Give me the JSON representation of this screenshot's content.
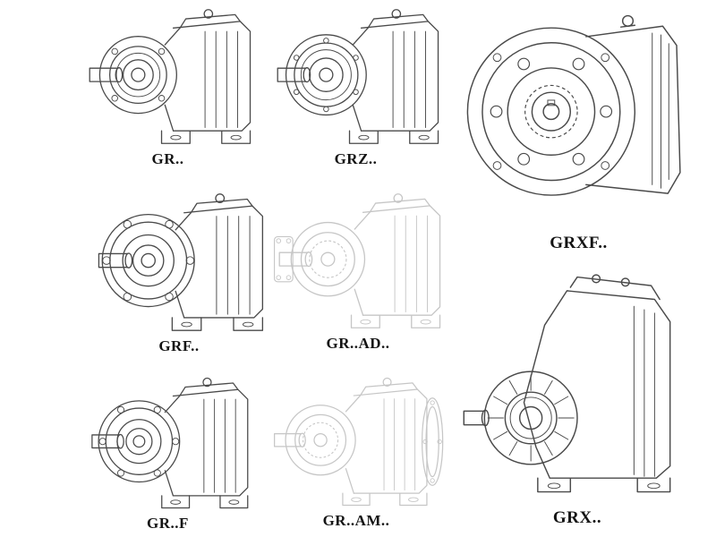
{
  "page": {
    "background": "#ffffff",
    "description": "Catalog sheet of eight isometric line drawings of helical gear reducer variants"
  },
  "colors": {
    "line_dark": "#4a4a4a",
    "line_light": "#c6c6c6",
    "label_text": "#141414"
  },
  "figures": [
    {
      "id": "gr",
      "label": "GR.."
    },
    {
      "id": "grz",
      "label": "GRZ.."
    },
    {
      "id": "grxf",
      "label": "GRXF.."
    },
    {
      "id": "grf",
      "label": "GRF.."
    },
    {
      "id": "grad",
      "label": "GR..AD.."
    },
    {
      "id": "grfoot",
      "label": "GR..F"
    },
    {
      "id": "gram",
      "label": "GR..AM.."
    },
    {
      "id": "grx",
      "label": "GRX.."
    }
  ]
}
